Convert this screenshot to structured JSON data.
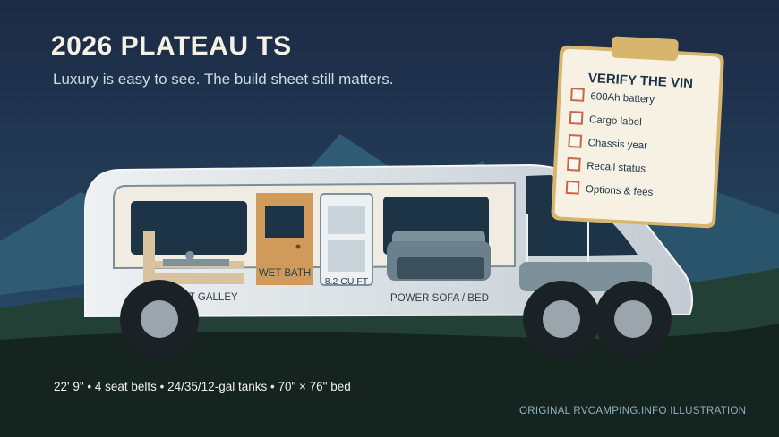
{
  "header": {
    "title": "2026 PLATEAU TS",
    "subtitle": "Luxury is easy to see. The build sheet still matters."
  },
  "rv": {
    "labels": {
      "galley": "6 FT GALLEY",
      "bath": "WET BATH",
      "fridge": "8.2 CU FT",
      "sofa": "POWER SOFA / BED"
    },
    "colors": {
      "body": "#d6dde2",
      "stripe": "#7d919a",
      "window": "#1d3446",
      "cabinet": "#cf9a5a",
      "tire": "#1b2226",
      "hub": "#9aa5ac"
    }
  },
  "checklist": {
    "title": "VERIFY THE VIN",
    "items": [
      "600Ah battery",
      "Cargo label",
      "Chassis year",
      "Recall status",
      "Options & fees"
    ]
  },
  "footer": {
    "specs": "22' 9\" • 4 seat belts • 24/35/12-gal tanks • 70\" × 76\" bed",
    "credit": "ORIGINAL RVCAMPING.INFO ILLUSTRATION"
  }
}
